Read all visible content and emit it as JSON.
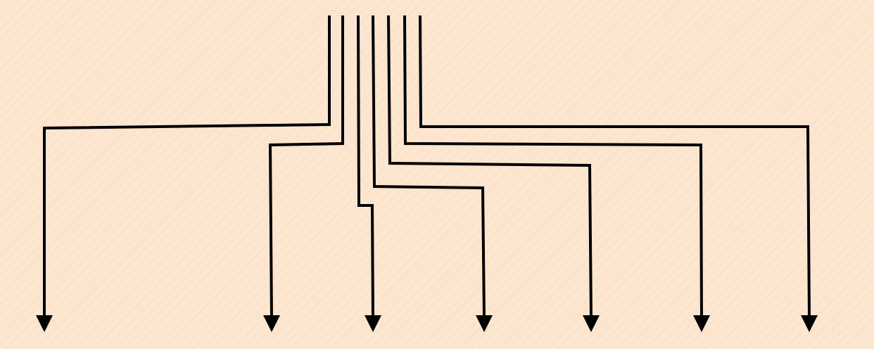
{
  "colors": {
    "background": "#fce6cf",
    "background_texture": "#f5d9bb",
    "line": "#000000"
  },
  "diagram": {
    "type": "wiring-diagram",
    "description_visible_text": "",
    "connector_count": 7,
    "arrow_direction": "down"
  }
}
